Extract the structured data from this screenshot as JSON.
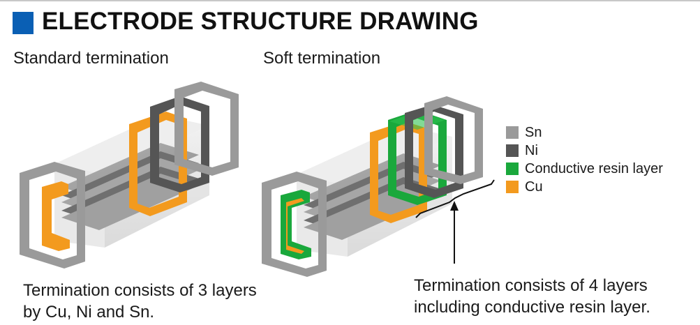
{
  "header": {
    "title": "ELECTRODE STRUCTURE DRAWING"
  },
  "left": {
    "label": "Standard termination",
    "caption": [
      "Termination consists of 3 layers",
      "by Cu, Ni and Sn."
    ]
  },
  "right": {
    "label": "Soft termination",
    "caption": [
      "Termination consists of 4 layers",
      "including conductive resin layer."
    ]
  },
  "legend": [
    {
      "label": "Sn",
      "color": "#9a9a9a"
    },
    {
      "label": "Ni",
      "color": "#555555"
    },
    {
      "label": "Conductive resin layer",
      "color": "#1aa83c"
    },
    {
      "label": "Cu",
      "color": "#f39a1e"
    }
  ],
  "colors": {
    "accent": "#0a5fb4",
    "sn": "#9a9a9a",
    "ni": "#555555",
    "resin": "#1aa83c",
    "cu": "#f39a1e"
  }
}
